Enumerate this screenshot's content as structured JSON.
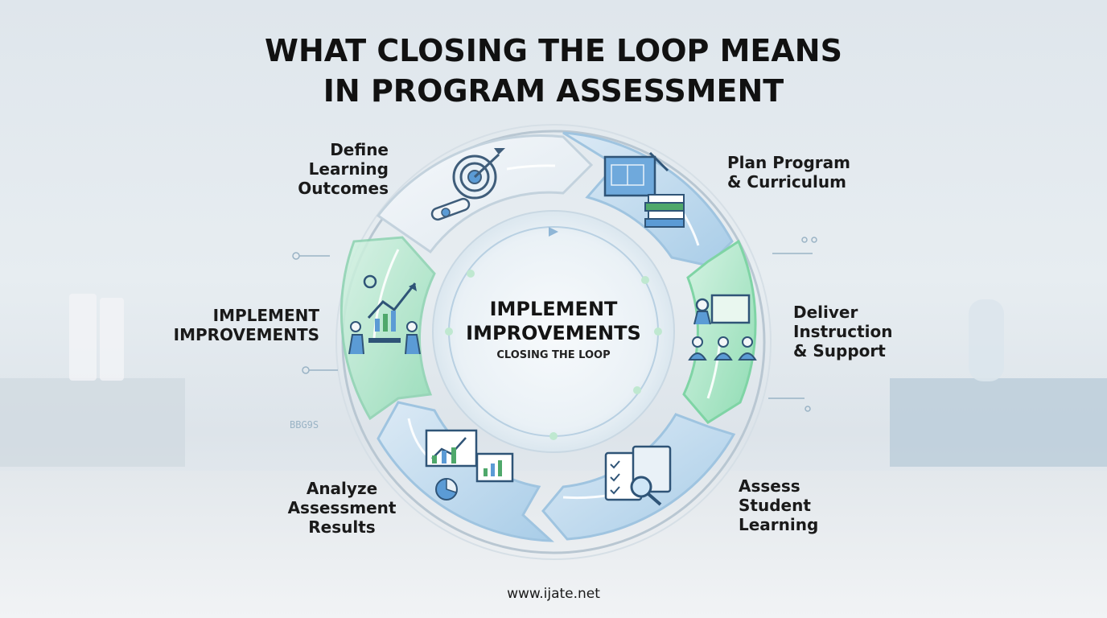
{
  "title_line1": "WHAT CLOSING THE LOOP MEANS",
  "title_line2": "IN PROGRAM ASSESSMENT",
  "center": {
    "title_line1": "IMPLEMENT",
    "title_line2": "IMPROVEMENTS",
    "subtitle": "CLOSING THE LOOP"
  },
  "stages": [
    {
      "lines": [
        "Define",
        "Learning",
        "Outcomes"
      ],
      "icon": "target-icon"
    },
    {
      "lines": [
        "Plan Program",
        "& Curriculum"
      ],
      "icon": "blueprint-books-icon"
    },
    {
      "lines": [
        "Deliver",
        "Instruction",
        "& Support"
      ],
      "icon": "teacher-classroom-icon"
    },
    {
      "lines": [
        "Assess",
        "Student",
        "Learning"
      ],
      "icon": "checklist-magnifier-icon"
    },
    {
      "lines": [
        "Analyze",
        "Assessment",
        "Results"
      ],
      "icon": "charts-icon"
    },
    {
      "lines": [
        "IMPLEMENT",
        "IMPROVEMENTS"
      ],
      "icon": "team-growth-icon"
    }
  ],
  "side_code": "BBG9S",
  "footer": "www.ijate.net",
  "colors": {
    "accent_blue": "#5b9bd5",
    "accent_green": "#4fcf8a",
    "ring_glass": "#eef4f8",
    "text": "#141414"
  }
}
